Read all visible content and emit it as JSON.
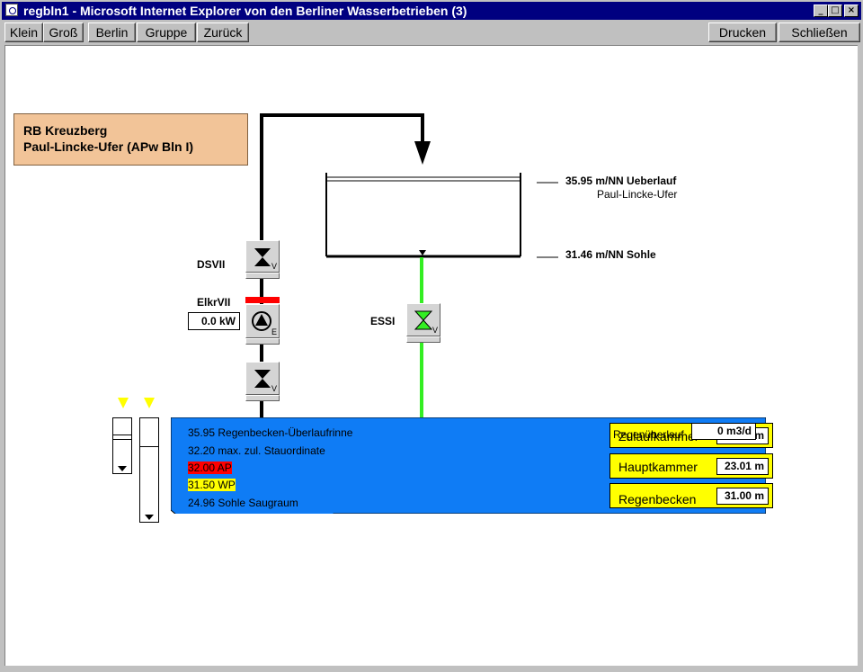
{
  "window": {
    "title": "regbln1 - Microsoft Internet Explorer von den Berliner Wasserbetrieben (3)",
    "minimize_glyph": "_",
    "maximize_glyph": "□",
    "close_glyph": "×"
  },
  "toolbar": {
    "klein": "Klein",
    "gross": "Groß",
    "berlin": "Berlin",
    "gruppe": "Gruppe",
    "zurueck": "Zurück",
    "drucken": "Drucken",
    "schliessen": "Schließen"
  },
  "station": {
    "line1": "RB Kreuzberg",
    "line2": "Paul-Lincke-Ufer (APw Bln I)"
  },
  "tank": {
    "overflow_label": "35.95 m/NN Ueberlauf",
    "overflow_sub": "Paul-Lincke-Ufer",
    "sole_label": "31.46 m/NN Sohle"
  },
  "valves": {
    "dsvii": "DSVII",
    "dsvii_sub": "V",
    "elkrvii": "ElkrVII",
    "elkrvii_sub": "E",
    "elkrvii_power": "0.0 kW",
    "lower_sub": "V",
    "essi": "ESSI",
    "essi_sub": "V"
  },
  "basin": {
    "levels": [
      "35.95 Regenbecken-Überlaufrinne",
      "32.20 max. zul. Stauordinate",
      "32.00 AP",
      "31.50 WP",
      "24.96 Sohle Saugraum"
    ],
    "chambers": [
      {
        "name": "Zulaufkammer",
        "value": "23.00 m"
      },
      {
        "name": "Hauptkammer",
        "value": "23.01 m"
      },
      {
        "name": "Regenbecken",
        "value": "31.00 m"
      }
    ],
    "overflow_label": "Regenüberlauf",
    "overflow_value": "0 m3/d"
  },
  "colors": {
    "title_bar": "#000080",
    "basin": "#0f7cf5",
    "flow_active": "#33ee22",
    "alarm": "#ff0000",
    "warning": "#ffff00",
    "station_bg": "#f2c498"
  }
}
